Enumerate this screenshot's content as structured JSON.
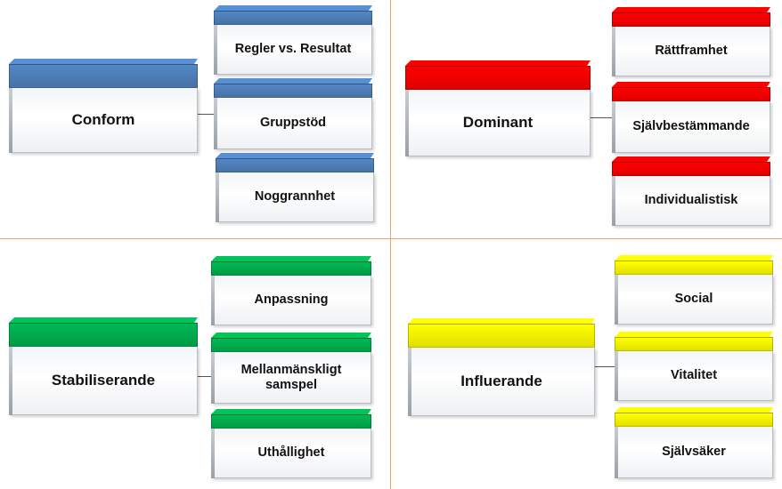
{
  "quadrants": [
    {
      "id": "conform",
      "label": "Conform",
      "color": "#4f81bd",
      "items": [
        "Regler vs. Resultat",
        "Gruppstöd",
        "Noggrannhet"
      ]
    },
    {
      "id": "dominant",
      "label": "Dominant",
      "color": "#ff0000",
      "items": [
        "Rättframhet",
        "Självbestämmande",
        "Individualistisk"
      ]
    },
    {
      "id": "stabiliserande",
      "label": "Stabiliserande",
      "color": "#00b050",
      "items": [
        "Anpassning",
        "Mellanmänskligt samspel",
        "Uthållighet"
      ]
    },
    {
      "id": "influerande",
      "label": "Influerande",
      "color": "#ffff00",
      "items": [
        "Social",
        "Vitalitet",
        "Självsäker"
      ]
    }
  ]
}
